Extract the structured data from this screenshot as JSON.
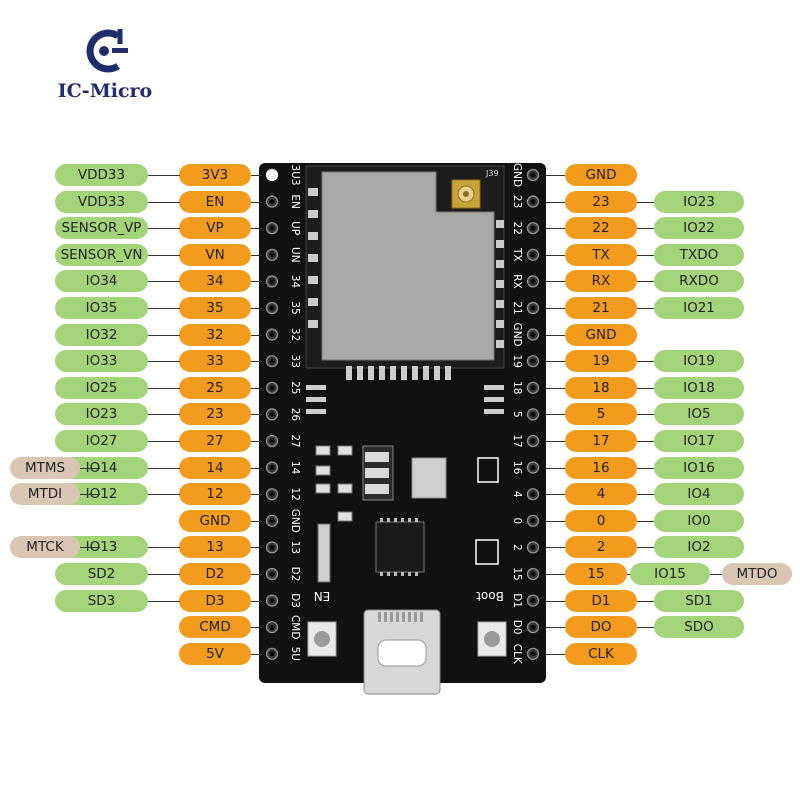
{
  "logo": {
    "text": "IC-Micro"
  },
  "left_rows": [
    {
      "ext": "",
      "func": "VDD33",
      "pin": "3V3"
    },
    {
      "ext": "",
      "func": "VDD33",
      "pin": "EN"
    },
    {
      "ext": "",
      "func": "SENSOR_VP",
      "pin": "VP"
    },
    {
      "ext": "",
      "func": "SENSOR_VN",
      "pin": "VN"
    },
    {
      "ext": "",
      "func": "IO34",
      "pin": "34"
    },
    {
      "ext": "",
      "func": "IO35",
      "pin": "35"
    },
    {
      "ext": "",
      "func": "IO32",
      "pin": "32"
    },
    {
      "ext": "",
      "func": "IO33",
      "pin": "33"
    },
    {
      "ext": "",
      "func": "IO25",
      "pin": "25"
    },
    {
      "ext": "",
      "func": "IO23",
      "pin": "23"
    },
    {
      "ext": "",
      "func": "IO27",
      "pin": "27"
    },
    {
      "ext": "MTMS",
      "func": "IO14",
      "pin": "14"
    },
    {
      "ext": "MTDI",
      "func": "IO12",
      "pin": "12"
    },
    {
      "ext": "",
      "func": "",
      "pin": "GND"
    },
    {
      "ext": "MTCK",
      "func": "IO13",
      "pin": "13"
    },
    {
      "ext": "",
      "func": "SD2",
      "pin": "D2"
    },
    {
      "ext": "",
      "func": "SD3",
      "pin": "D3"
    },
    {
      "ext": "",
      "func": "",
      "pin": "CMD"
    },
    {
      "ext": "",
      "func": "",
      "pin": "5V"
    }
  ],
  "right_rows": [
    {
      "pin": "GND",
      "func": "",
      "ext": ""
    },
    {
      "pin": "23",
      "func": "IO23",
      "ext": ""
    },
    {
      "pin": "22",
      "func": "IO22",
      "ext": ""
    },
    {
      "pin": "TX",
      "func": "TXDO",
      "ext": ""
    },
    {
      "pin": "RX",
      "func": "RXDO",
      "ext": ""
    },
    {
      "pin": "21",
      "func": "IO21",
      "ext": ""
    },
    {
      "pin": "GND",
      "func": "",
      "ext": ""
    },
    {
      "pin": "19",
      "func": "IO19",
      "ext": ""
    },
    {
      "pin": "18",
      "func": "IO18",
      "ext": ""
    },
    {
      "pin": "5",
      "func": "IO5",
      "ext": ""
    },
    {
      "pin": "17",
      "func": "IO17",
      "ext": ""
    },
    {
      "pin": "16",
      "func": "IO16",
      "ext": ""
    },
    {
      "pin": "4",
      "func": "IO4",
      "ext": ""
    },
    {
      "pin": "0",
      "func": "IO0",
      "ext": ""
    },
    {
      "pin": "2",
      "func": "IO2",
      "ext": ""
    },
    {
      "pin": "15",
      "func": "IO15",
      "ext": "MTDO"
    },
    {
      "pin": "D1",
      "func": "SD1",
      "ext": ""
    },
    {
      "pin": "DO",
      "func": "SDO",
      "ext": ""
    },
    {
      "pin": "CLK",
      "func": "",
      "ext": ""
    }
  ],
  "board": {
    "left_silk": [
      "3U3",
      "EN",
      "UP",
      "UN",
      "34",
      "35",
      "32",
      "33",
      "25",
      "26",
      "27",
      "14",
      "12",
      "GND",
      "13",
      "D2",
      "D3",
      "CMD",
      "5U"
    ],
    "right_silk": [
      "GND",
      "23",
      "22",
      "TX",
      "RX",
      "21",
      "GND",
      "19",
      "18",
      "5",
      "17",
      "16",
      "4",
      "0",
      "2",
      "15",
      "D1",
      "D0",
      "CLK"
    ],
    "en_label": "EN",
    "boot_label": "Boot",
    "antenna_label": "J39"
  },
  "colors": {
    "green": "#a4d47a",
    "orange": "#f39b1d",
    "tan": "#d9c7b4",
    "board": "#111111",
    "shield": "#a8aaa6"
  }
}
